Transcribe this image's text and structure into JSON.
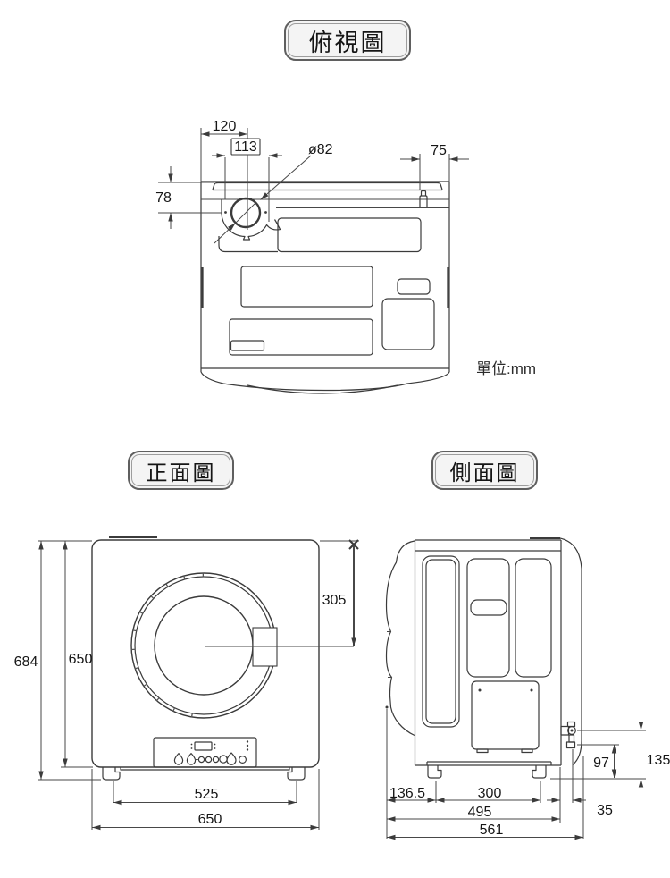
{
  "page": {
    "unit_label": "單位:mm"
  },
  "views": {
    "top": {
      "title": "俯視圖",
      "dims": {
        "exhaust_center_offset": "120",
        "duct_width": "113",
        "exhaust_diameter": "ø82",
        "right_offset": "75",
        "exhaust_center_depth": "78"
      }
    },
    "front": {
      "title": "正面圖",
      "dims": {
        "overall_height": "684",
        "body_height": "650",
        "door_center_from_top": "305",
        "feet_span": "525",
        "overall_width": "650"
      }
    },
    "side": {
      "title": "側面圖",
      "dims": {
        "front_to_front_foot": "136.5",
        "feet_span": "300",
        "body_depth": "495",
        "overall_depth": "561",
        "gas_valve_to_floor": "97",
        "gas_inlet_to_floor": "135",
        "gas_valve_back_offset": "35"
      }
    }
  }
}
